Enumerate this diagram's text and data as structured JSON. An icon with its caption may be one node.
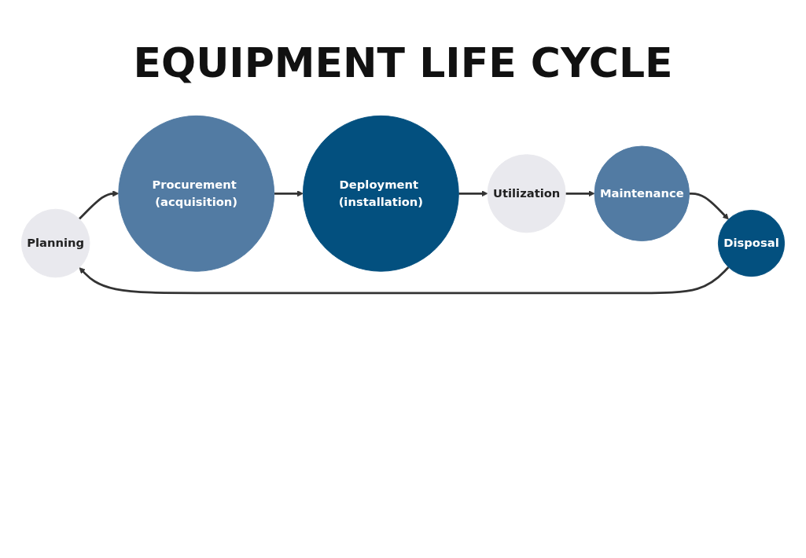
{
  "diagram": {
    "title": "EQUIPMENT LIFE CYCLE",
    "nodes": [
      {
        "text": [
          "Planning"
        ]
      },
      {
        "text": [
          "Procurement (acquisition)"
        ]
      },
      {
        "text": [
          "Deployment (installation)"
        ]
      },
      {
        "text": [
          "Utilization"
        ]
      },
      {
        "text": [
          "Maintenance"
        ]
      },
      {
        "text": [
          "Disposal"
        ]
      }
    ],
    "edges": [
      {
        "from": 0,
        "to": 1,
        "arrow": "to"
      },
      {
        "from": 1,
        "to": 2,
        "arrow": "to"
      },
      {
        "from": 2,
        "to": 3,
        "arrow": "to"
      },
      {
        "from": 3,
        "to": 4,
        "arrow": "to"
      },
      {
        "from": 4,
        "to": 5,
        "arrow": "to"
      },
      {
        "from": 5,
        "to": 0,
        "arrow": "to"
      }
    ]
  }
}
